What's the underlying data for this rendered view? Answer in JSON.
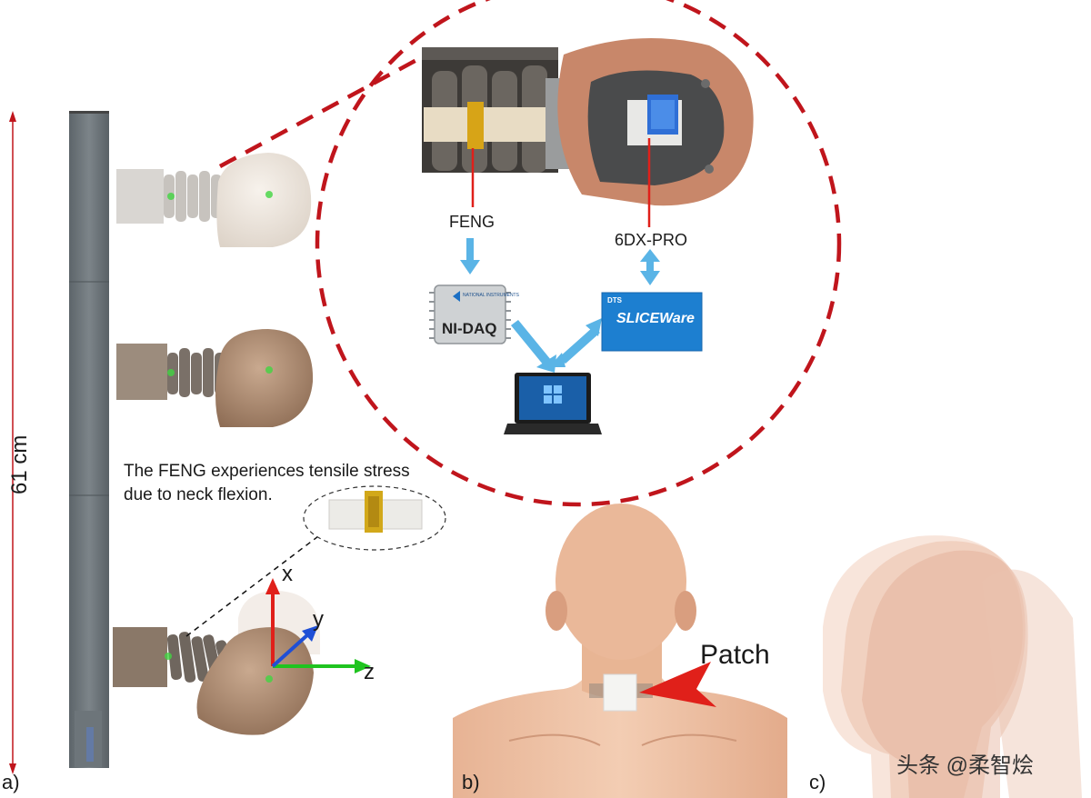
{
  "panel_a": {
    "label": "a)",
    "height_label": "61 cm",
    "caption_line1": "The FENG experiences tensile stress",
    "caption_line2": "due to neck flexion.",
    "feng_label": "FENG",
    "sensor_label": "6DX-PRO",
    "daq_label": "NI-DAQ",
    "daq_brand": "NATIONAL INSTRUMENTS",
    "software_brand": "DTS",
    "software_label": "SLICEWare",
    "axis_x": "x",
    "axis_y": "y",
    "axis_z": "z"
  },
  "panel_b": {
    "label": "b)",
    "patch_label": "Patch"
  },
  "panel_c": {
    "label": "c)"
  },
  "watermark": "头条 @柔智烩",
  "colors": {
    "dashed_red": "#c0151c",
    "arrow_blue": "#5ab4e6",
    "axis_x": "#e0201a",
    "axis_y": "#1f4fd6",
    "axis_z": "#1fc41f",
    "skin": "#e8b89a"
  }
}
